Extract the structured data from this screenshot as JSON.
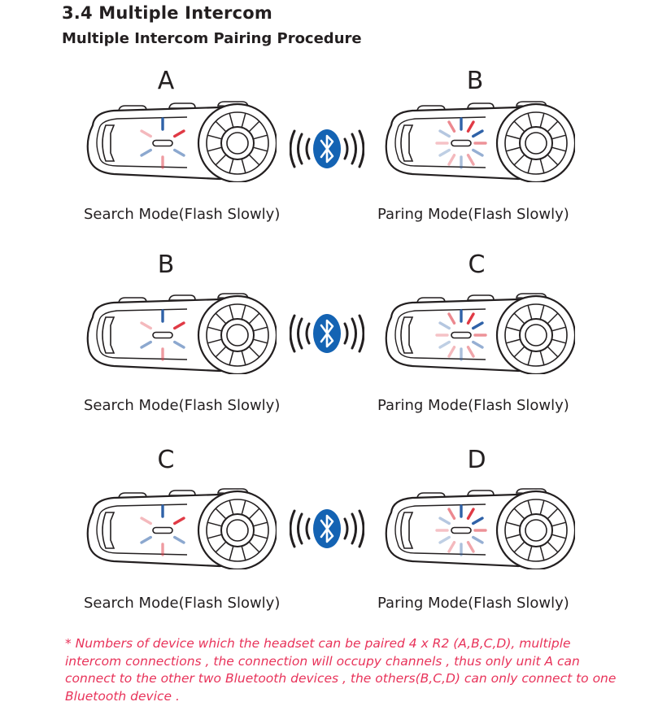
{
  "section": {
    "title": "3.4 Multiple Intercom",
    "subtitle": "Multiple Intercom Pairing Procedure"
  },
  "rows": [
    {
      "left": {
        "letter": "A",
        "mode": "Search Mode(Flash Slowly)",
        "led_pattern": "search"
      },
      "right": {
        "letter": "B",
        "mode": "Paring Mode(Flash Slowly)",
        "led_pattern": "pairing"
      },
      "link_icon": "bluetooth-icon"
    },
    {
      "left": {
        "letter": "B",
        "mode": "Search Mode(Flash Slowly)",
        "led_pattern": "search"
      },
      "right": {
        "letter": "C",
        "mode": "Paring Mode(Flash Slowly)",
        "led_pattern": "pairing"
      },
      "link_icon": "bluetooth-icon"
    },
    {
      "left": {
        "letter": "C",
        "mode": "Search Mode(Flash Slowly)",
        "led_pattern": "search"
      },
      "right": {
        "letter": "D",
        "mode": "Paring Mode(Flash Slowly)",
        "led_pattern": "pairing"
      },
      "link_icon": "bluetooth-icon"
    }
  ],
  "note": "* Numbers of device which the headset can be paired 4 x R2 (A,B,C,D), multiple intercom connections , the connection will occupy channels , thus only unit A can connect to the other two Bluetooth devices , the others(B,C,D) can only connect to one Bluetooth device .",
  "colors": {
    "led_red": "#e03a45",
    "led_blue": "#2f62a8",
    "bluetooth": "#1463b3",
    "note": "#e8335a"
  }
}
